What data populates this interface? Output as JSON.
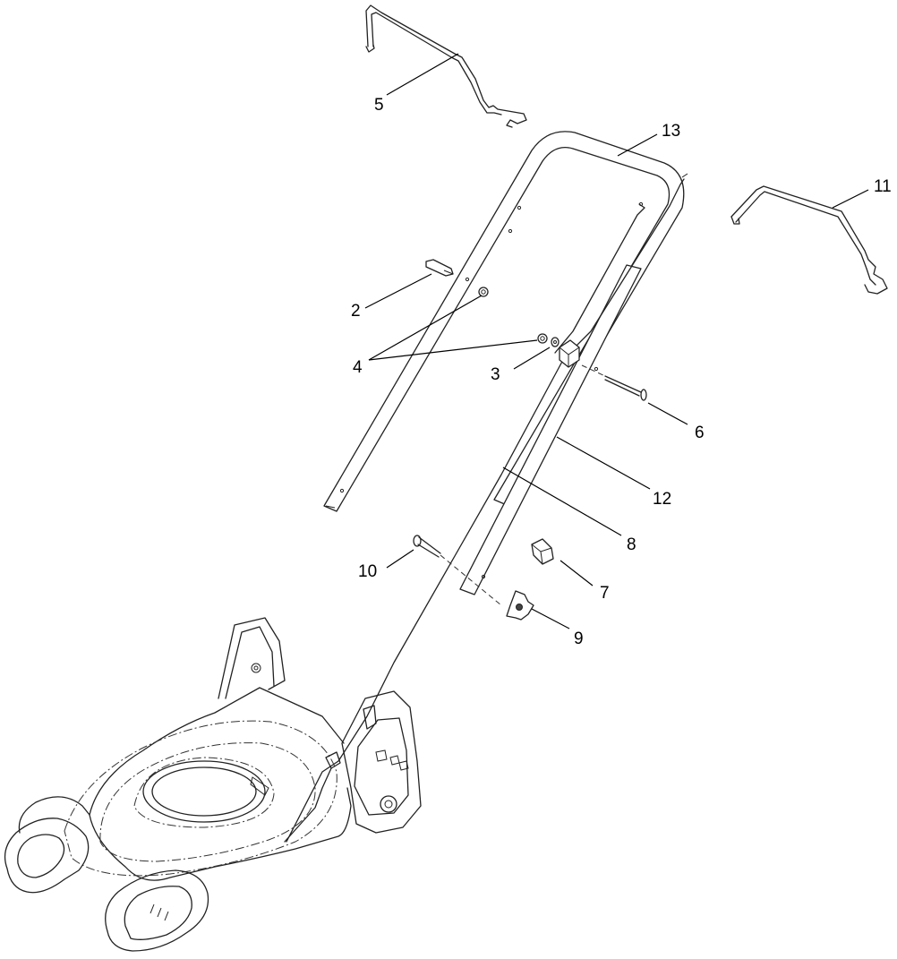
{
  "diagram": {
    "callouts": [
      {
        "id": "c5",
        "label": "5"
      },
      {
        "id": "c13",
        "label": "13"
      },
      {
        "id": "c11",
        "label": "11"
      },
      {
        "id": "c2",
        "label": "2"
      },
      {
        "id": "c4",
        "label": "4"
      },
      {
        "id": "c3",
        "label": "3"
      },
      {
        "id": "c6",
        "label": "6"
      },
      {
        "id": "c12",
        "label": "12"
      },
      {
        "id": "c8",
        "label": "8"
      },
      {
        "id": "c10",
        "label": "10"
      },
      {
        "id": "c7",
        "label": "7"
      },
      {
        "id": "c9",
        "label": "9"
      }
    ]
  }
}
